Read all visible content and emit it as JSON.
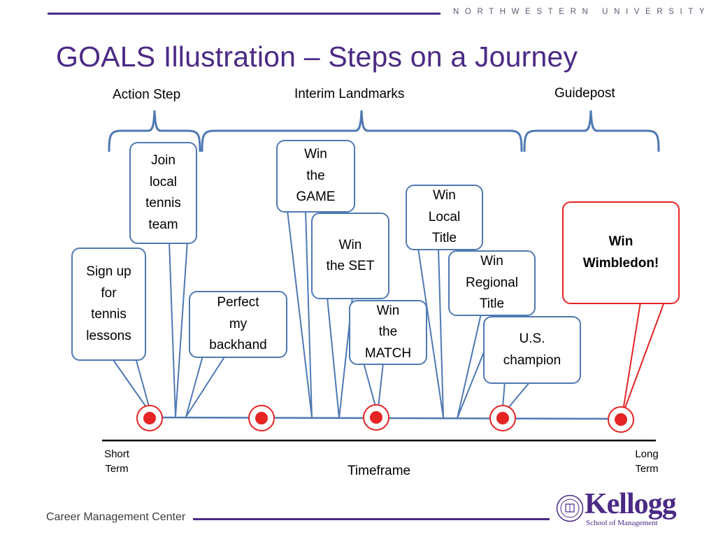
{
  "header": {
    "university": "NORTHWESTERN UNIVERSITY"
  },
  "title": "GOALS Illustration – Steps on a Journey",
  "brackets": {
    "action_step": "Action Step",
    "interim_landmarks": "Interim Landmarks",
    "guidepost": "Guidepost"
  },
  "bubbles": {
    "join_team": "Join\nlocal\ntennis\nteam",
    "sign_up": "Sign up\nfor\ntennis\nlessons",
    "perfect_backhand": "Perfect\nmy\nbackhand",
    "win_game": "Win\nthe\nGAME",
    "win_set": "Win\nthe SET",
    "win_match": "Win\nthe\nMATCH",
    "win_local_title": "Win\nLocal\nTitle",
    "win_regional_title": "Win\nRegional\nTitle",
    "us_champion": "U.S.\nchampion",
    "win_wimbledon": "Win\nWimbledon!"
  },
  "timeframe": {
    "short_term": "Short\nTerm",
    "label": "Timeframe",
    "long_term": "Long\nTerm"
  },
  "footer": {
    "center": "Career Management Center",
    "logo": "Kellogg",
    "logo_sub": "School of Management"
  },
  "colors": {
    "purple": "#4b2a85",
    "bubble_border": "#4f79b3",
    "goal_border": "#e52424",
    "marker_red": "#e52424"
  }
}
